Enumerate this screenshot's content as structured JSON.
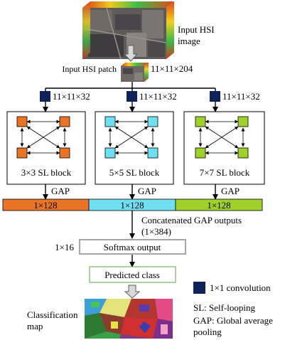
{
  "input": {
    "image_label_line1": "Input HSI",
    "image_label_line2": "image",
    "patch_label": "Input HSI patch",
    "patch_size": "11×11×204"
  },
  "branches": [
    {
      "conv_size": "11×11×32",
      "block_label": "3×3 SL block",
      "gap_label": "GAP",
      "output_label": "1×128",
      "color": "#e97425"
    },
    {
      "conv_size": "11×11×32",
      "block_label": "5×5 SL block",
      "gap_label": "GAP",
      "output_label": "1×128",
      "color": "#6fdff2"
    },
    {
      "conv_size": "11×11×32",
      "block_label": "7×7 SL block",
      "gap_label": "GAP",
      "output_label": "1×128",
      "color": "#9fd12b"
    }
  ],
  "concat": {
    "label_line1": "Concatenated GAP outputs",
    "label_line2": "(1×384)"
  },
  "softmax": {
    "size": "1×16",
    "label": "Softmax output"
  },
  "predicted": {
    "label": "Predicted class"
  },
  "classification": {
    "label_line1": "Classification",
    "label_line2": "map"
  },
  "legend": {
    "conv_label": "1×1 convolution",
    "sl_label": "SL:  Self-looping",
    "gap_line1": "GAP:  Global average",
    "gap_line2": "pooling"
  },
  "colors": {
    "conv_box": "#0d2359",
    "frame_gray": "#a6a6a6",
    "predicted_border": "#79b35c",
    "arrow_fill": "#bfbfbf"
  }
}
